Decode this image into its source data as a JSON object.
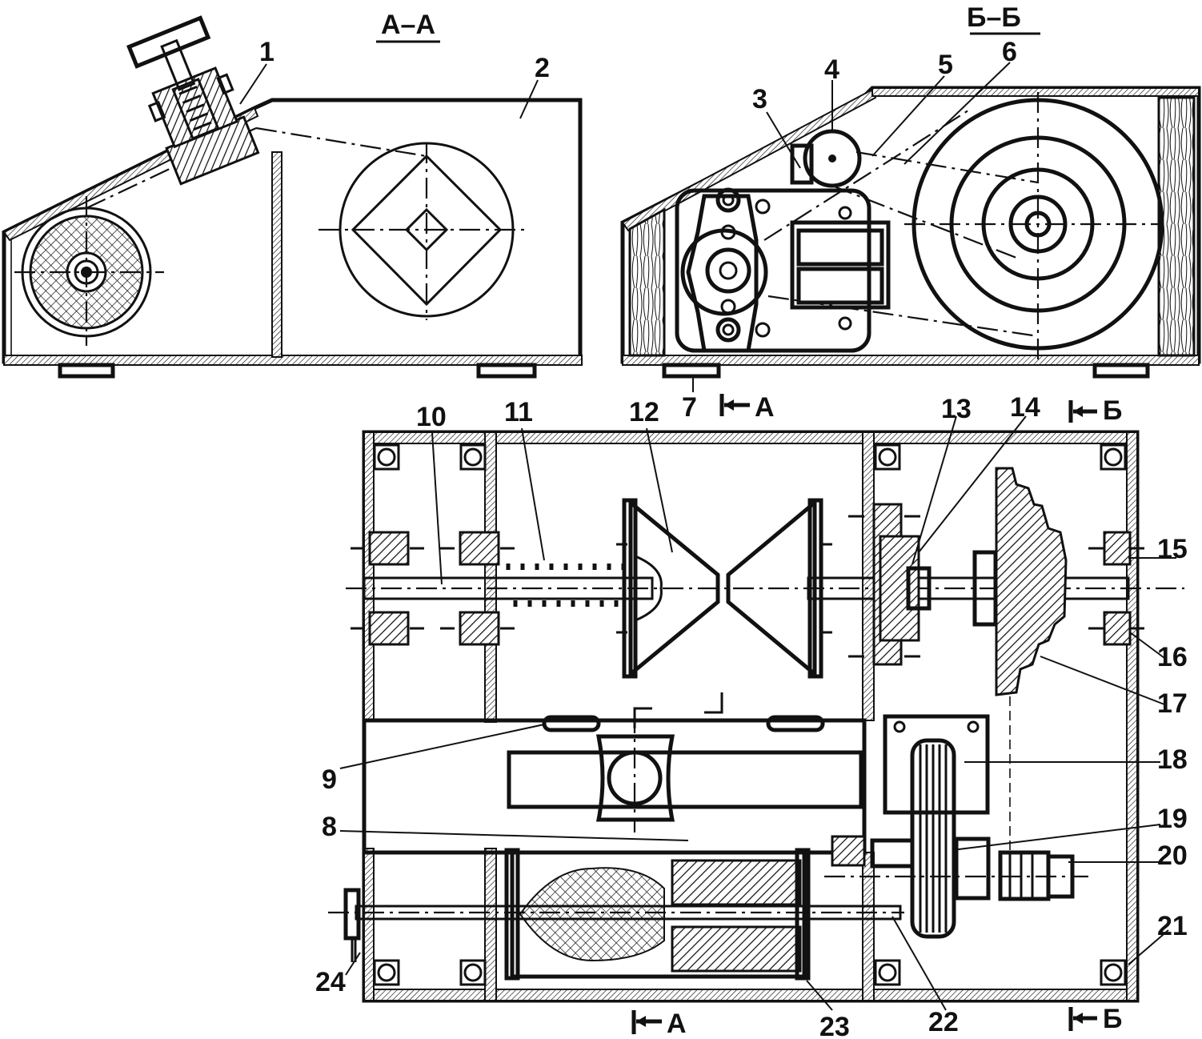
{
  "diagram": {
    "section_titles": {
      "aa": "А–А",
      "bb": "Б–Б"
    },
    "section_markers": {
      "a_top": "A",
      "b_top": "Б",
      "a_bottom": "A",
      "b_bottom": "Б"
    },
    "callouts": {
      "n1": "1",
      "n2": "2",
      "n3": "3",
      "n4": "4",
      "n5": "5",
      "n6": "6",
      "n7": "7",
      "n8": "8",
      "n9": "9",
      "n10": "10",
      "n11": "11",
      "n12": "12",
      "n13": "13",
      "n14": "14",
      "n15": "15",
      "n16": "16",
      "n17": "17",
      "n18": "18",
      "n19": "19",
      "n20": "20",
      "n21": "21",
      "n22": "22",
      "n23": "23",
      "n24": "24"
    }
  }
}
